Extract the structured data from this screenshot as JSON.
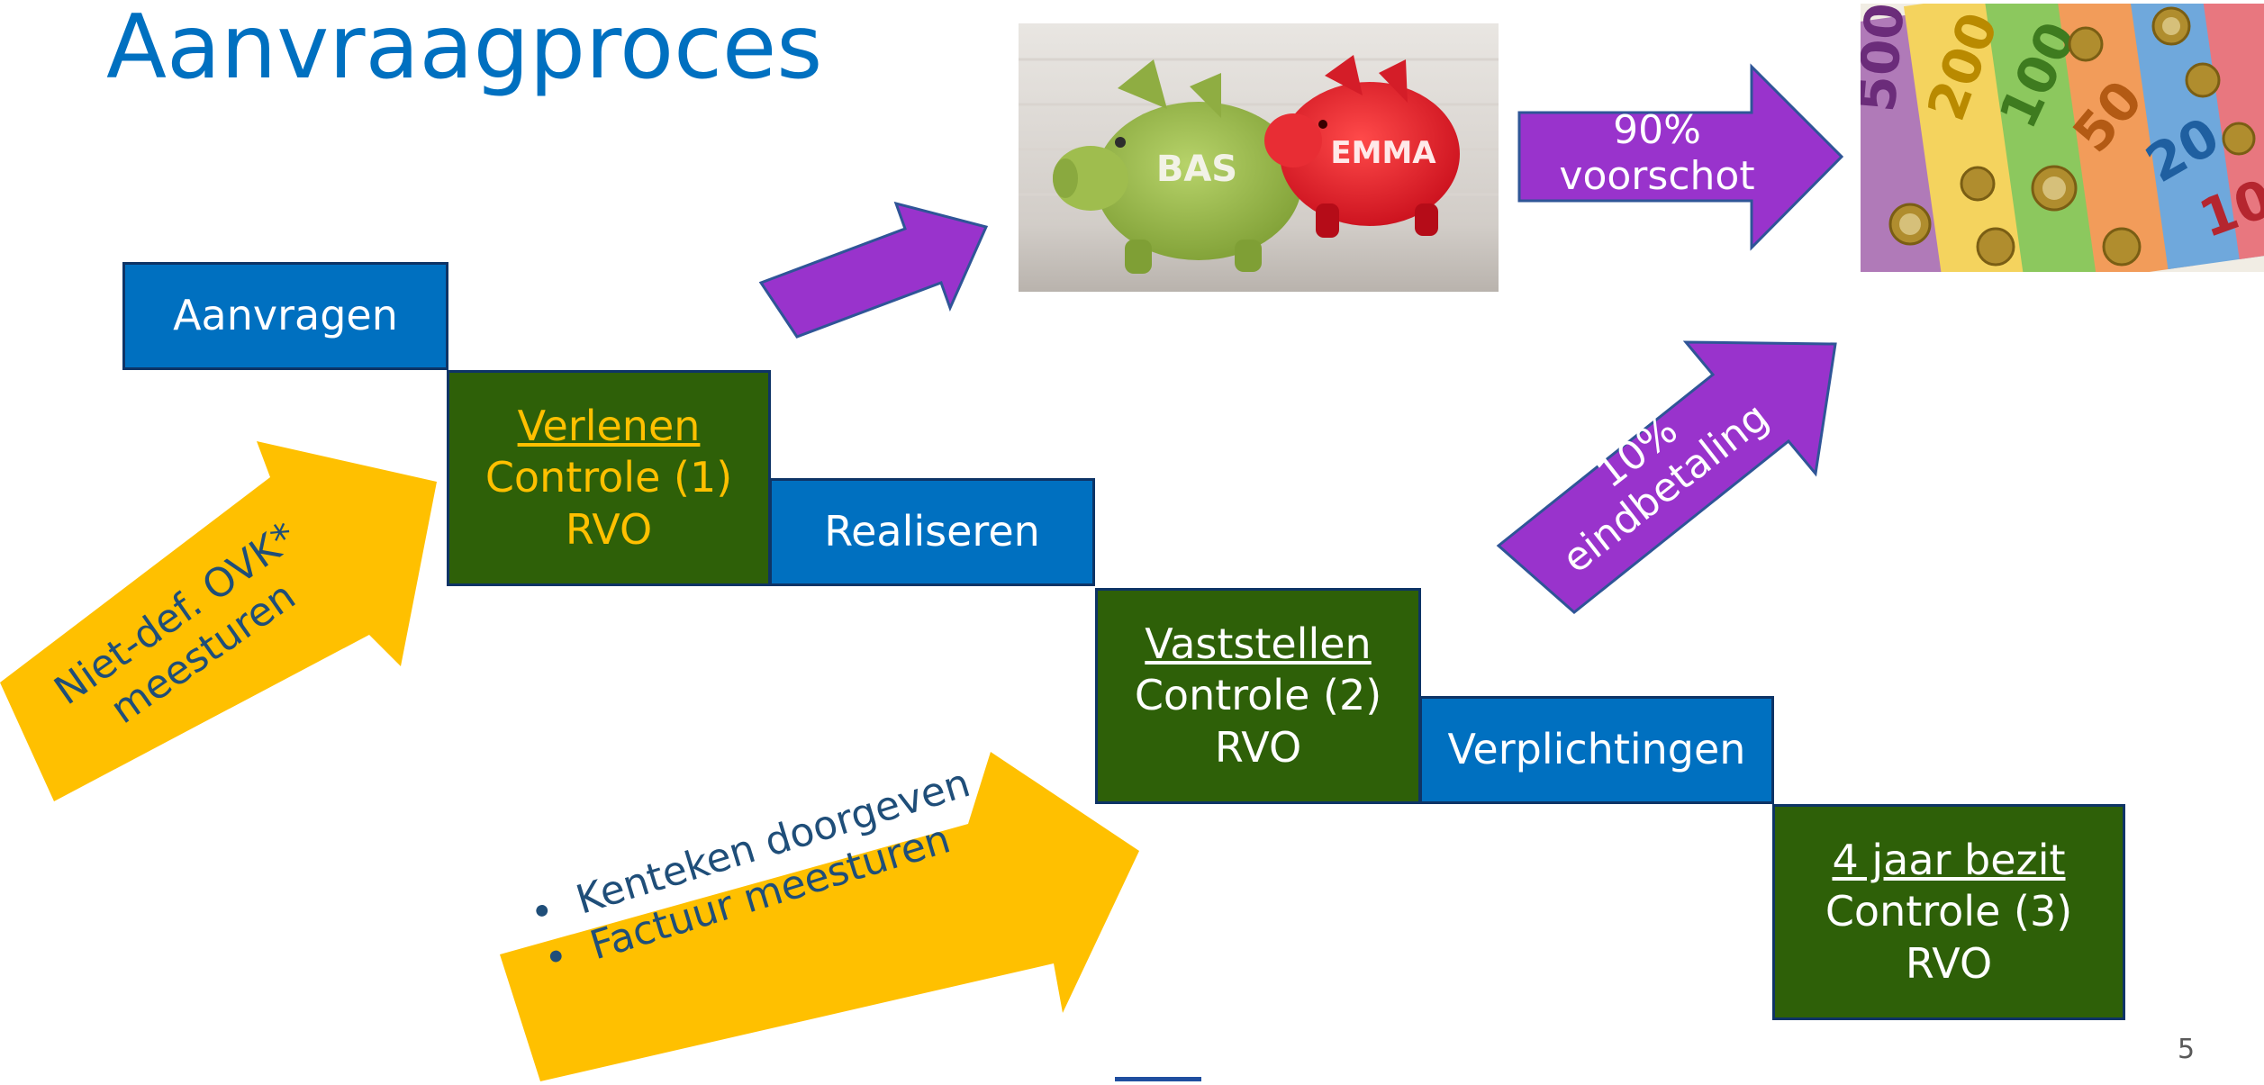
{
  "slide": {
    "title": "Aanvraagproces",
    "page_number": "5"
  },
  "steps": {
    "aanvragen": "Aanvragen",
    "verlenen": {
      "heading": "Verlenen",
      "line1": "Controle (1)",
      "line2": "RVO"
    },
    "realiseren": "Realiseren",
    "vaststellen": {
      "heading": "Vaststellen",
      "line1": "Controle (2)",
      "line2": "RVO"
    },
    "verplichtingen": "Verplichtingen",
    "bezit": {
      "heading": "4 jaar bezit",
      "line1": "Controle (3)",
      "line2": "RVO"
    }
  },
  "arrows": {
    "voorschot": {
      "line1": "90%",
      "line2": "voorschot"
    },
    "eindbetaling": {
      "line1": "10%",
      "line2": "eindbetaling"
    },
    "ovk": {
      "line1": "Niet-def. OVK*",
      "line2": "meesturen"
    },
    "kenteken": {
      "bullet1": "Kenteken doorgeven",
      "bullet2": "Factuur meesturen"
    }
  },
  "images": {
    "piggy_labels": {
      "green": "BAS",
      "red": "EMMA"
    },
    "banknotes": [
      "500",
      "200",
      "100",
      "50",
      "20",
      "10"
    ]
  },
  "colors": {
    "title_blue": "#0070C0",
    "step_blue": "#0070C0",
    "control_green": "#2E6008",
    "arrow_purple": "#9933CC",
    "arrow_gold": "#FFC000",
    "highlight_yellow": "#FFC000"
  }
}
